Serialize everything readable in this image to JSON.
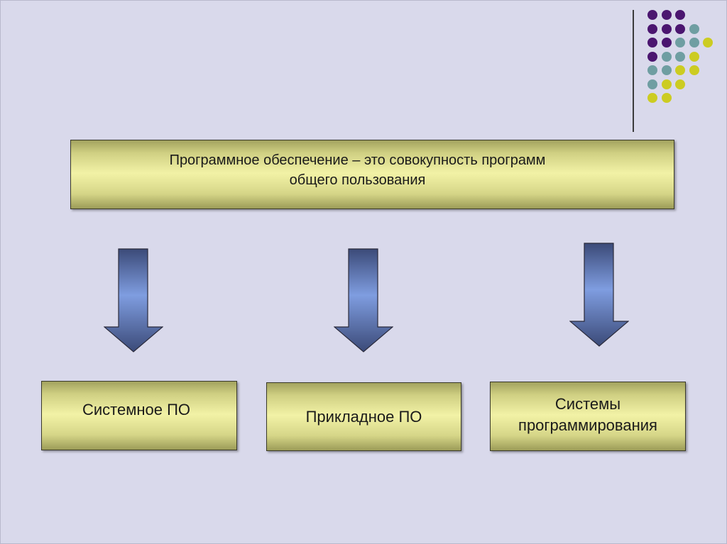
{
  "slide": {
    "main_text_line1": "Программное обеспечение – это совокупность программ",
    "main_text_line2": "общего пользования",
    "box_system": "Системное ПО",
    "box_applied": "Прикладное ПО",
    "box_programming_line1": "Системы",
    "box_programming_line2": "программирования"
  },
  "colors": {
    "background": "#d9d9eb",
    "box_gold": "#f2f2a6",
    "arrow_blue": "#7f9de0",
    "arrow_dark": "#3b4a78",
    "dot_purple": "#4b1670",
    "dot_teal": "#6f9ea2",
    "dot_yellow": "#cccc22"
  },
  "decoration": {
    "dot_grid_icon": "dot-pattern-icon",
    "arrow_icon": "down-arrow-icon"
  }
}
